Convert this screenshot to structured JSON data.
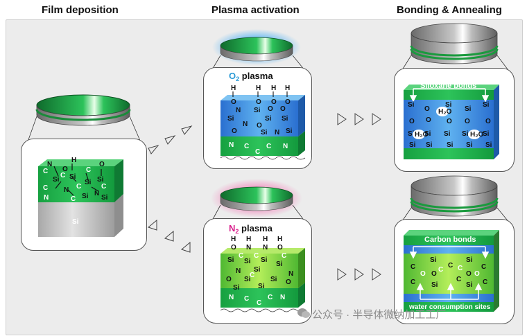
{
  "stages": {
    "film": "Film deposition",
    "plasma": "Plasma activation",
    "bonding": "Bonding & Annealing"
  },
  "labels": {
    "o2_plasma": {
      "formula": "O",
      "subscript": "2",
      "word": "plasma"
    },
    "n2_plasma": {
      "formula": "N",
      "subscript": "2",
      "word": "plasma"
    },
    "si_substrate": "Si",
    "siloxane_bonds": "Siloxane bonds",
    "carbon_bonds": "Carbon bonds",
    "water_consumption": "water consumption sites",
    "h2o": "H₂O"
  },
  "watermark": "公众号 · 半导体微纳加工工厂",
  "colors": {
    "film_green": "#22b04b",
    "film_dark": "#0f7a33",
    "o2_blue": "#3a8fe0",
    "n2_green": "#7ccf3a",
    "magenta": "#d81b8a",
    "cyan": "#2a9ad6"
  }
}
